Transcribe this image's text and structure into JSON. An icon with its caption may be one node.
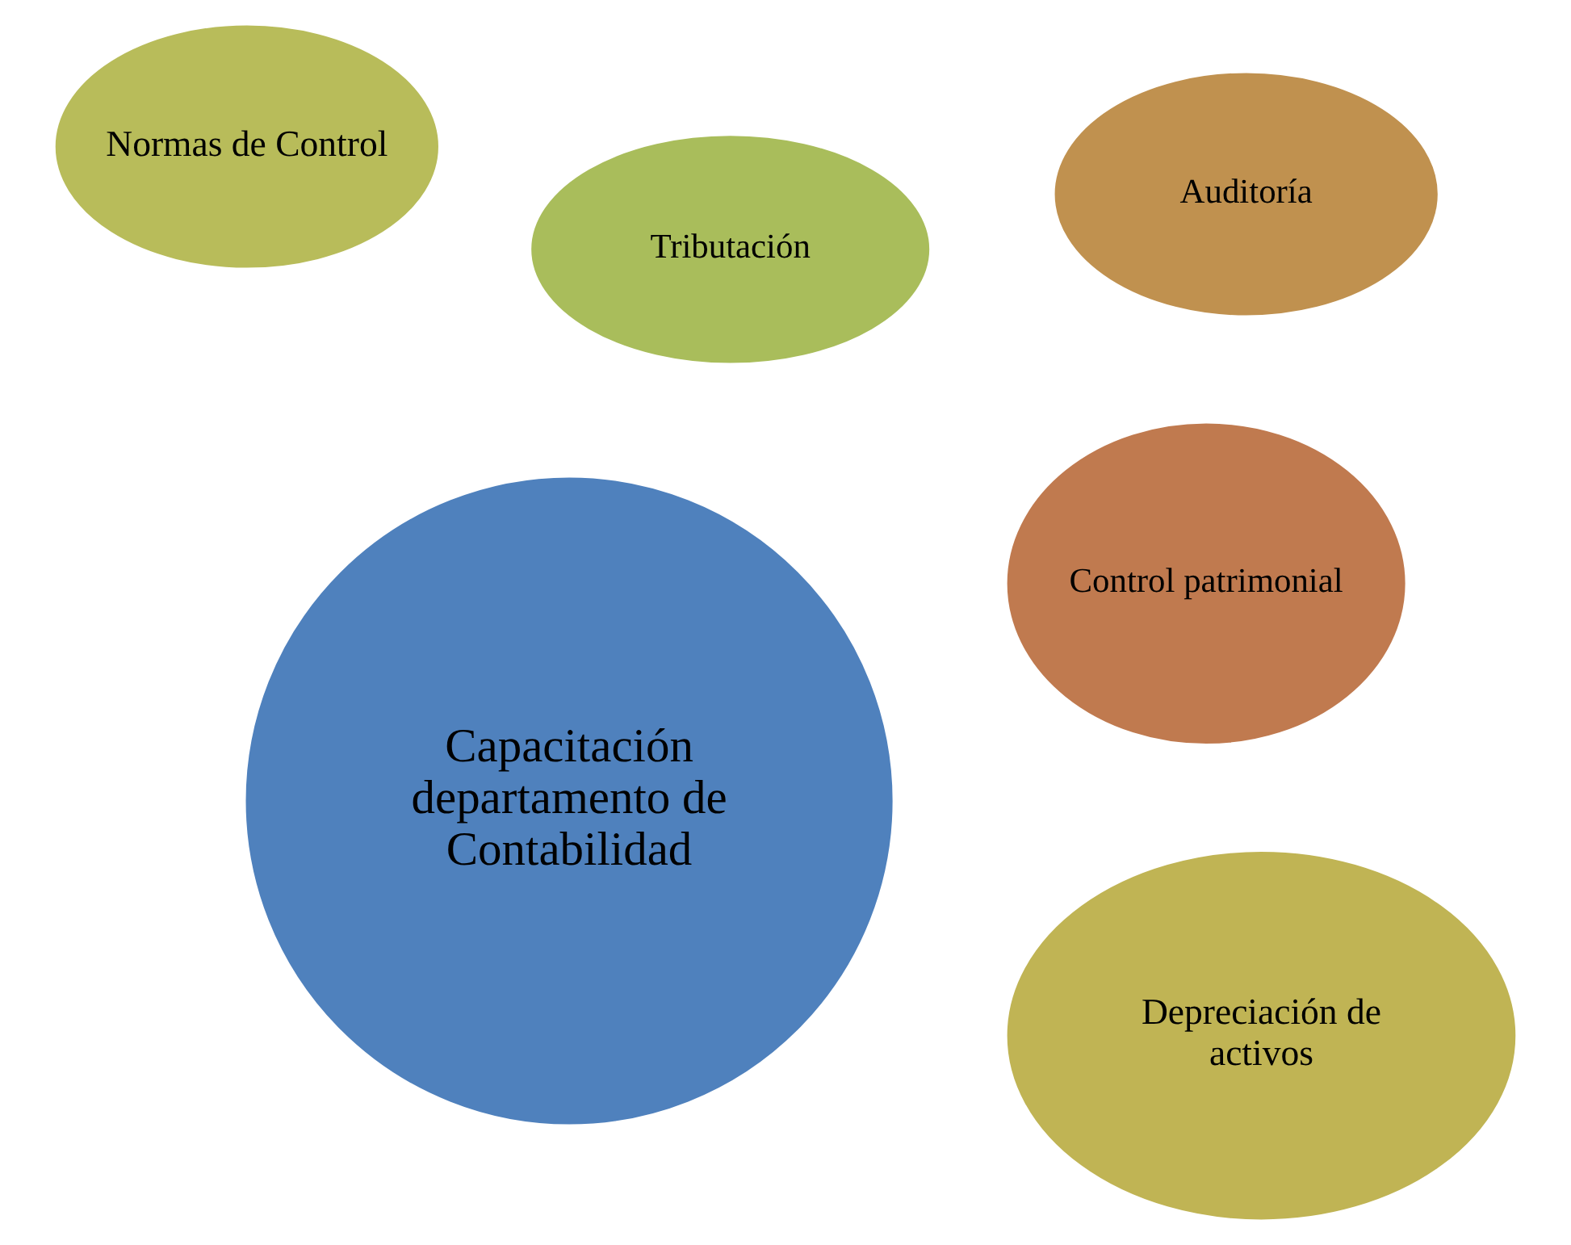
{
  "diagram": {
    "nodes": [
      {
        "text": [
          "Tributación"
        ]
      },
      {
        "text": [
          "Auditoría"
        ]
      },
      {
        "text": [
          "Control patrimonial"
        ]
      },
      {
        "text": [
          "Capacitación departamento de Contabilidad"
        ]
      },
      {
        "text": [
          "Depreciación de activos"
        ]
      },
      {
        "text": [
          "Normas de Control"
        ]
      }
    ],
    "edges": []
  }
}
